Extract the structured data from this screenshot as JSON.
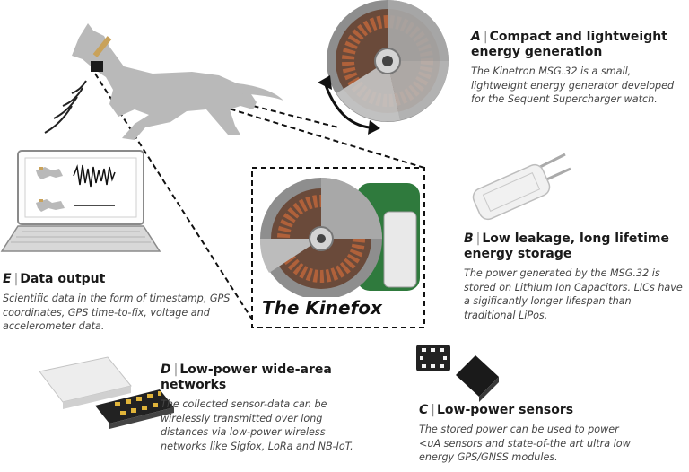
{
  "colors": {
    "silhouette": "#b9b9b9",
    "collar": "#c9a25a",
    "metal": "#9a9a9a",
    "copper": "#b0613a",
    "pcb": "#2f7a3d",
    "chip_dark": "#1c1c1c",
    "chip_gold": "#e0b43a"
  },
  "icons": [
    "dog-silhouette-icon",
    "signal-waves-icon",
    "laptop-icon",
    "generator-icon",
    "capacitor-icon",
    "lpwan-module-icon",
    "sensor-chip-icon"
  ],
  "center_label": "The Kinefox",
  "sections": {
    "a": {
      "letter": "A",
      "sep": "|",
      "title": "Compact and lightweight energy generation",
      "desc": "The Kinetron MSG.32 is a small, lightweight energy generator developed for the Sequent Supercharger watch."
    },
    "b": {
      "letter": "B",
      "sep": "|",
      "title": "Low leakage, long lifetime energy storage",
      "desc": "The power generated by the MSG.32 is stored on Lithium Ion Capacitors. LICs have a sigificantly longer lifespan than traditional LiPos."
    },
    "c": {
      "letter": "C",
      "sep": "|",
      "title": "Low-power sensors",
      "desc": "The stored power can be used to power <uA sensors and state-of-the art ultra low energy GPS/GNSS modules."
    },
    "d": {
      "letter": "D",
      "sep": "|",
      "title": "Low-power wide-area networks",
      "desc": "The collected  sensor-data can be wirelessly transmitted over long distances via low-power wireless networks like Sigfox, LoRa and NB-IoT."
    },
    "e": {
      "letter": "E",
      "sep": "|",
      "title": "Data output",
      "desc": "Scientific data in the form of timestamp, GPS coordinates, GPS time-to-fix, voltage and accelerometer data."
    }
  }
}
